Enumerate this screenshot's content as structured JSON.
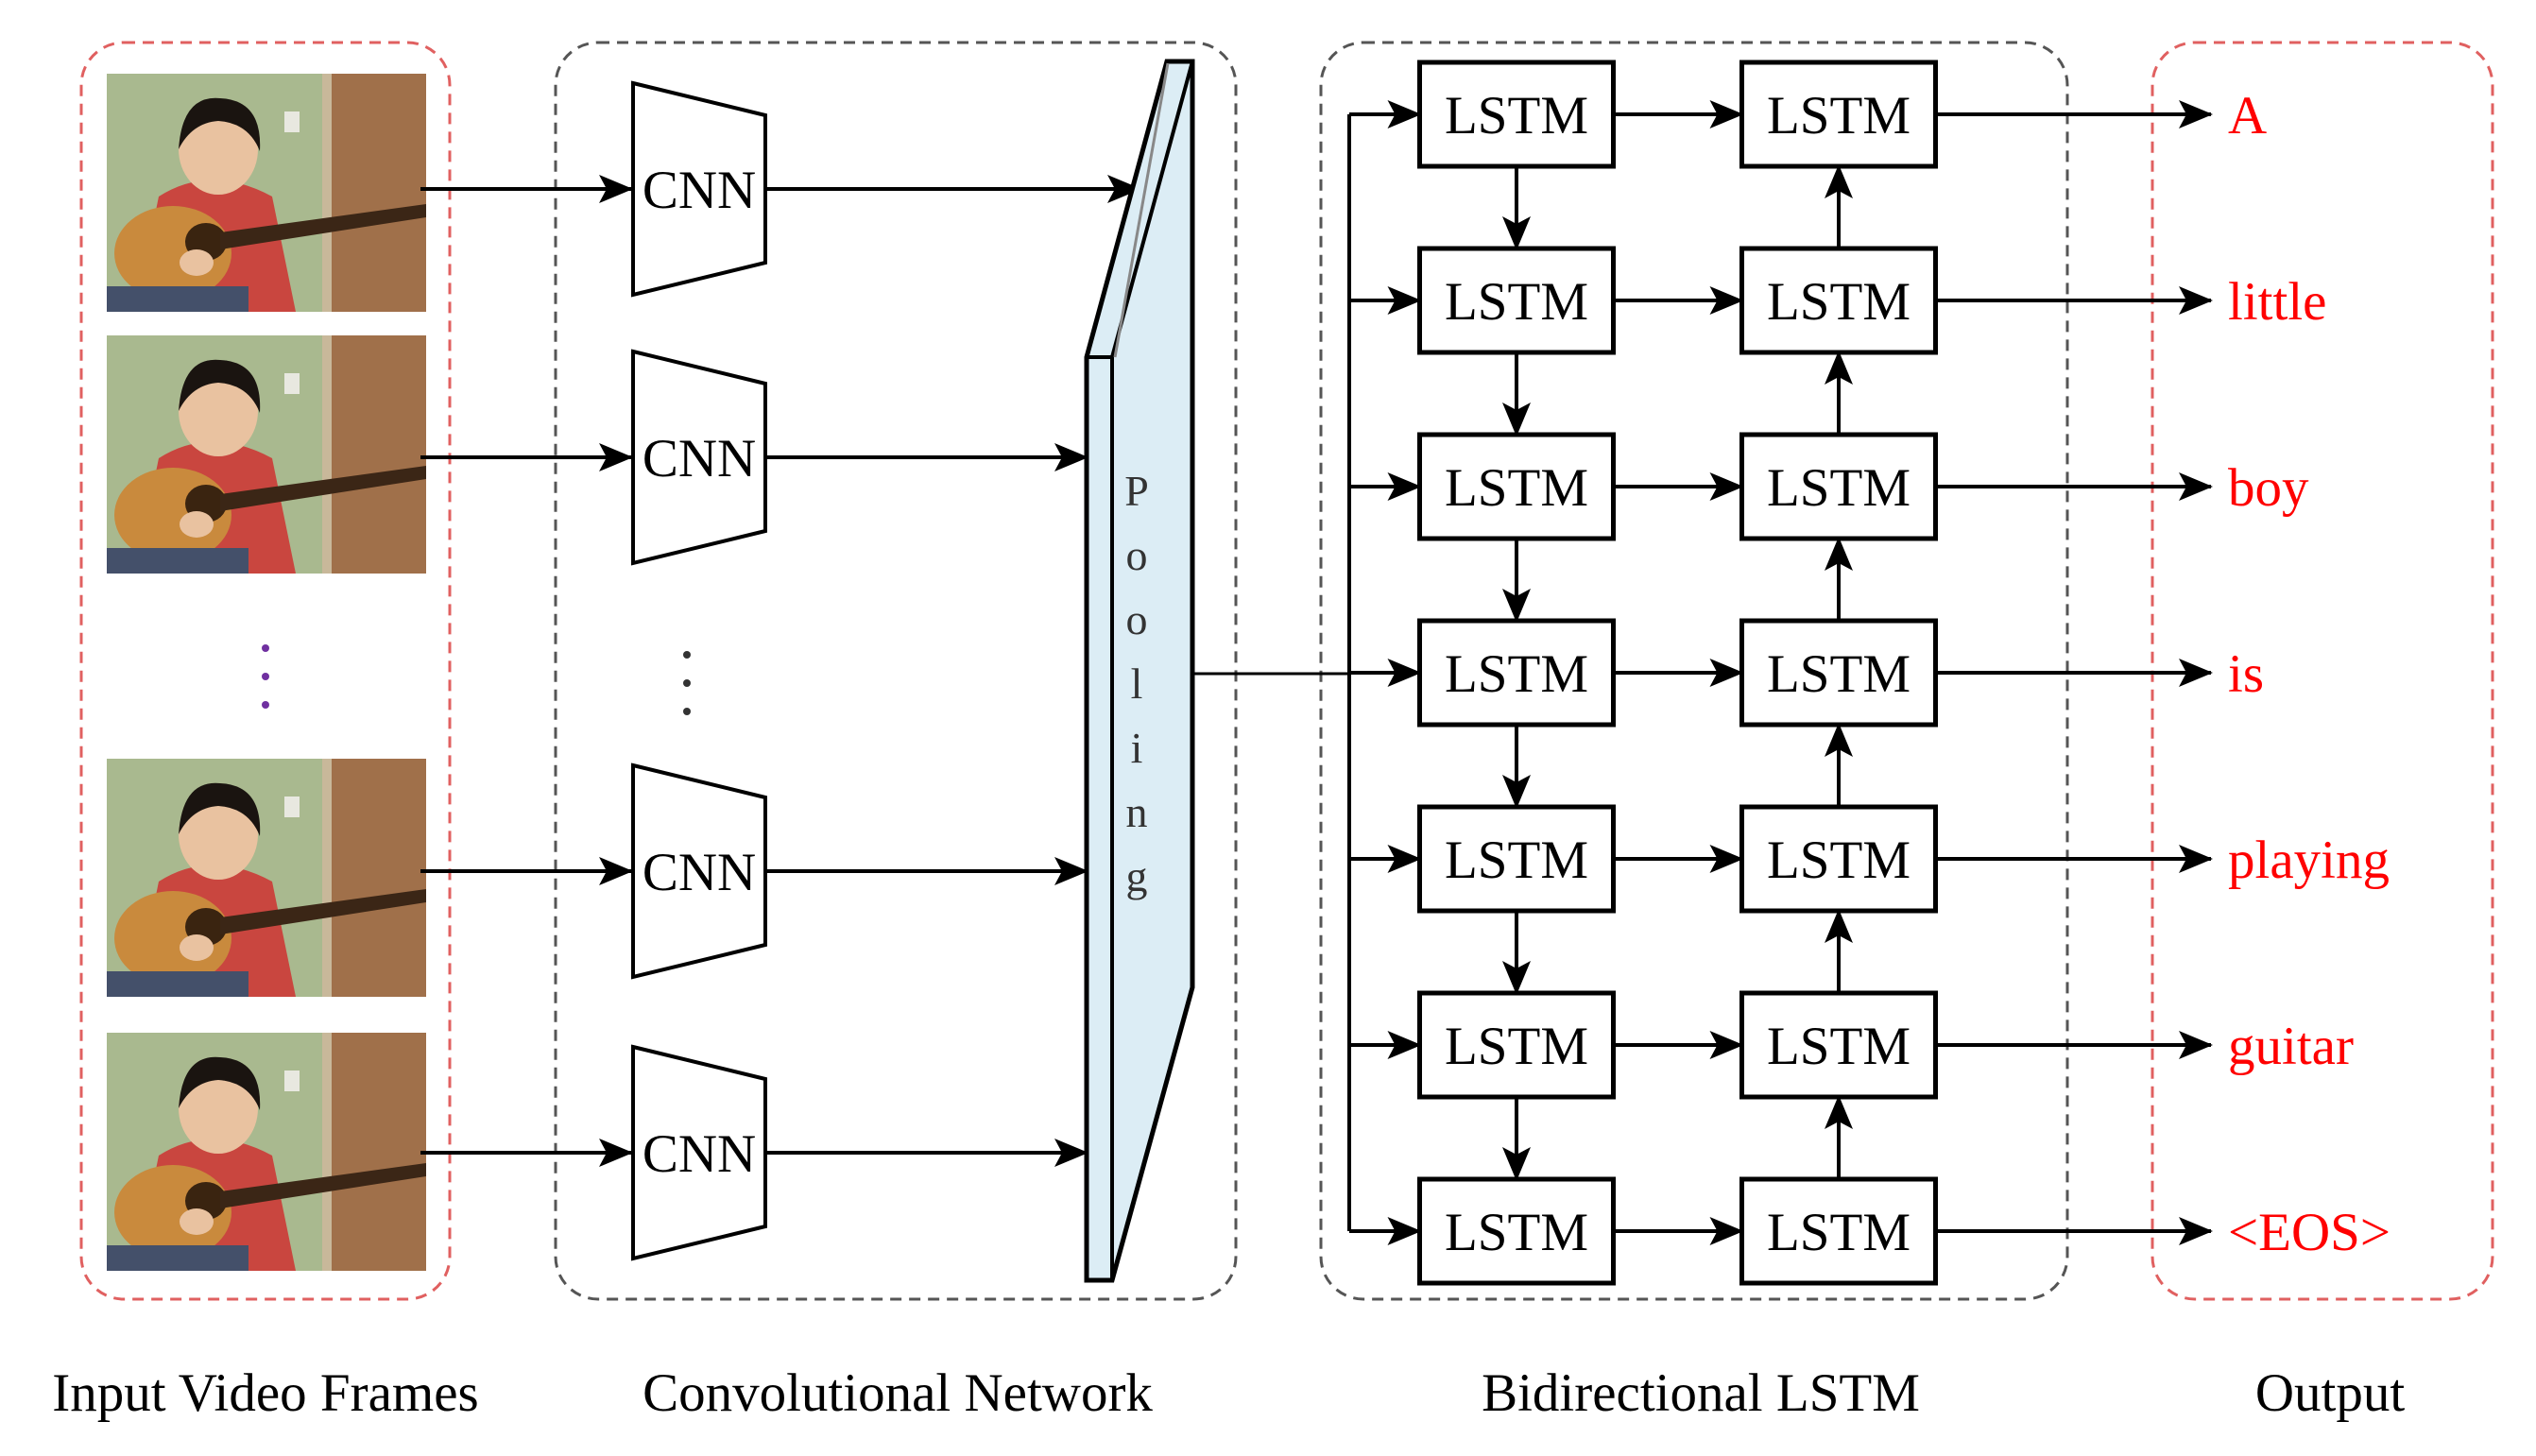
{
  "sections": {
    "input_label": "Input Video Frames",
    "cnn_label": "Convolutional Network",
    "lstm_label": "Bidirectional LSTM",
    "output_label": "Output"
  },
  "cnn": {
    "block_label": "CNN",
    "count": 4
  },
  "pooling": {
    "letters": [
      "P",
      "o",
      "o",
      "l",
      "i",
      "n",
      "g"
    ]
  },
  "lstm": {
    "cell_label": "LSTM",
    "rows": 7
  },
  "outputs": [
    "A",
    "little",
    "boy",
    "is",
    "playing",
    "guitar",
    "<EOS>"
  ],
  "colors": {
    "input_border": "#e06060",
    "group_border": "#555555",
    "pooling_fill": "#dcedf5",
    "output_text": "#ff0000",
    "arrow": "#000000"
  },
  "frames": {
    "count": 4,
    "description_icons": [
      "boy-playing-guitar-frame"
    ]
  }
}
